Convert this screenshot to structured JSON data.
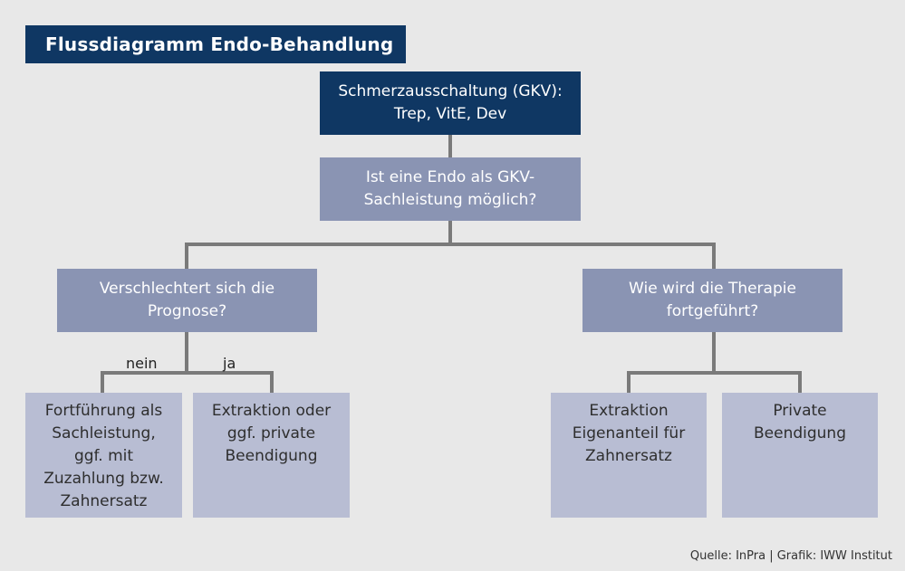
{
  "title": "Flussdiagramm Endo-Behandlung",
  "nodes": {
    "root": "Schmerzausschaltung (GKV):\nTrep, VitE, Dev",
    "question_gkv": "Ist eine Endo als GKV-\nSachleistung möglich?",
    "question_prognose": "Verschlechtert sich die\nPrognose?",
    "question_therapie": "Wie wird die Therapie\nfortgeführt?",
    "outcome_sachleistung": "Fortführung als\nSachleistung,\nggf. mit\nZuzahlung bzw.\nZahnersatz",
    "outcome_extraktion_private": "Extraktion oder\nggf. private\nBeendigung",
    "outcome_extraktion_eigenanteil": "Extraktion\nEigenanteil für\nZahnersatz",
    "outcome_private": "Private\nBeendigung"
  },
  "edge_labels": {
    "nein": "nein",
    "ja": "ja"
  },
  "source": "Quelle: InPra | Grafik: IWW Institut",
  "colors": {
    "dark_blue": "#0f3763",
    "mid_blue": "#8a94b3",
    "light_blue": "#b8bdd3",
    "connector": "#7a7a7a",
    "background": "#e8e8e8"
  }
}
